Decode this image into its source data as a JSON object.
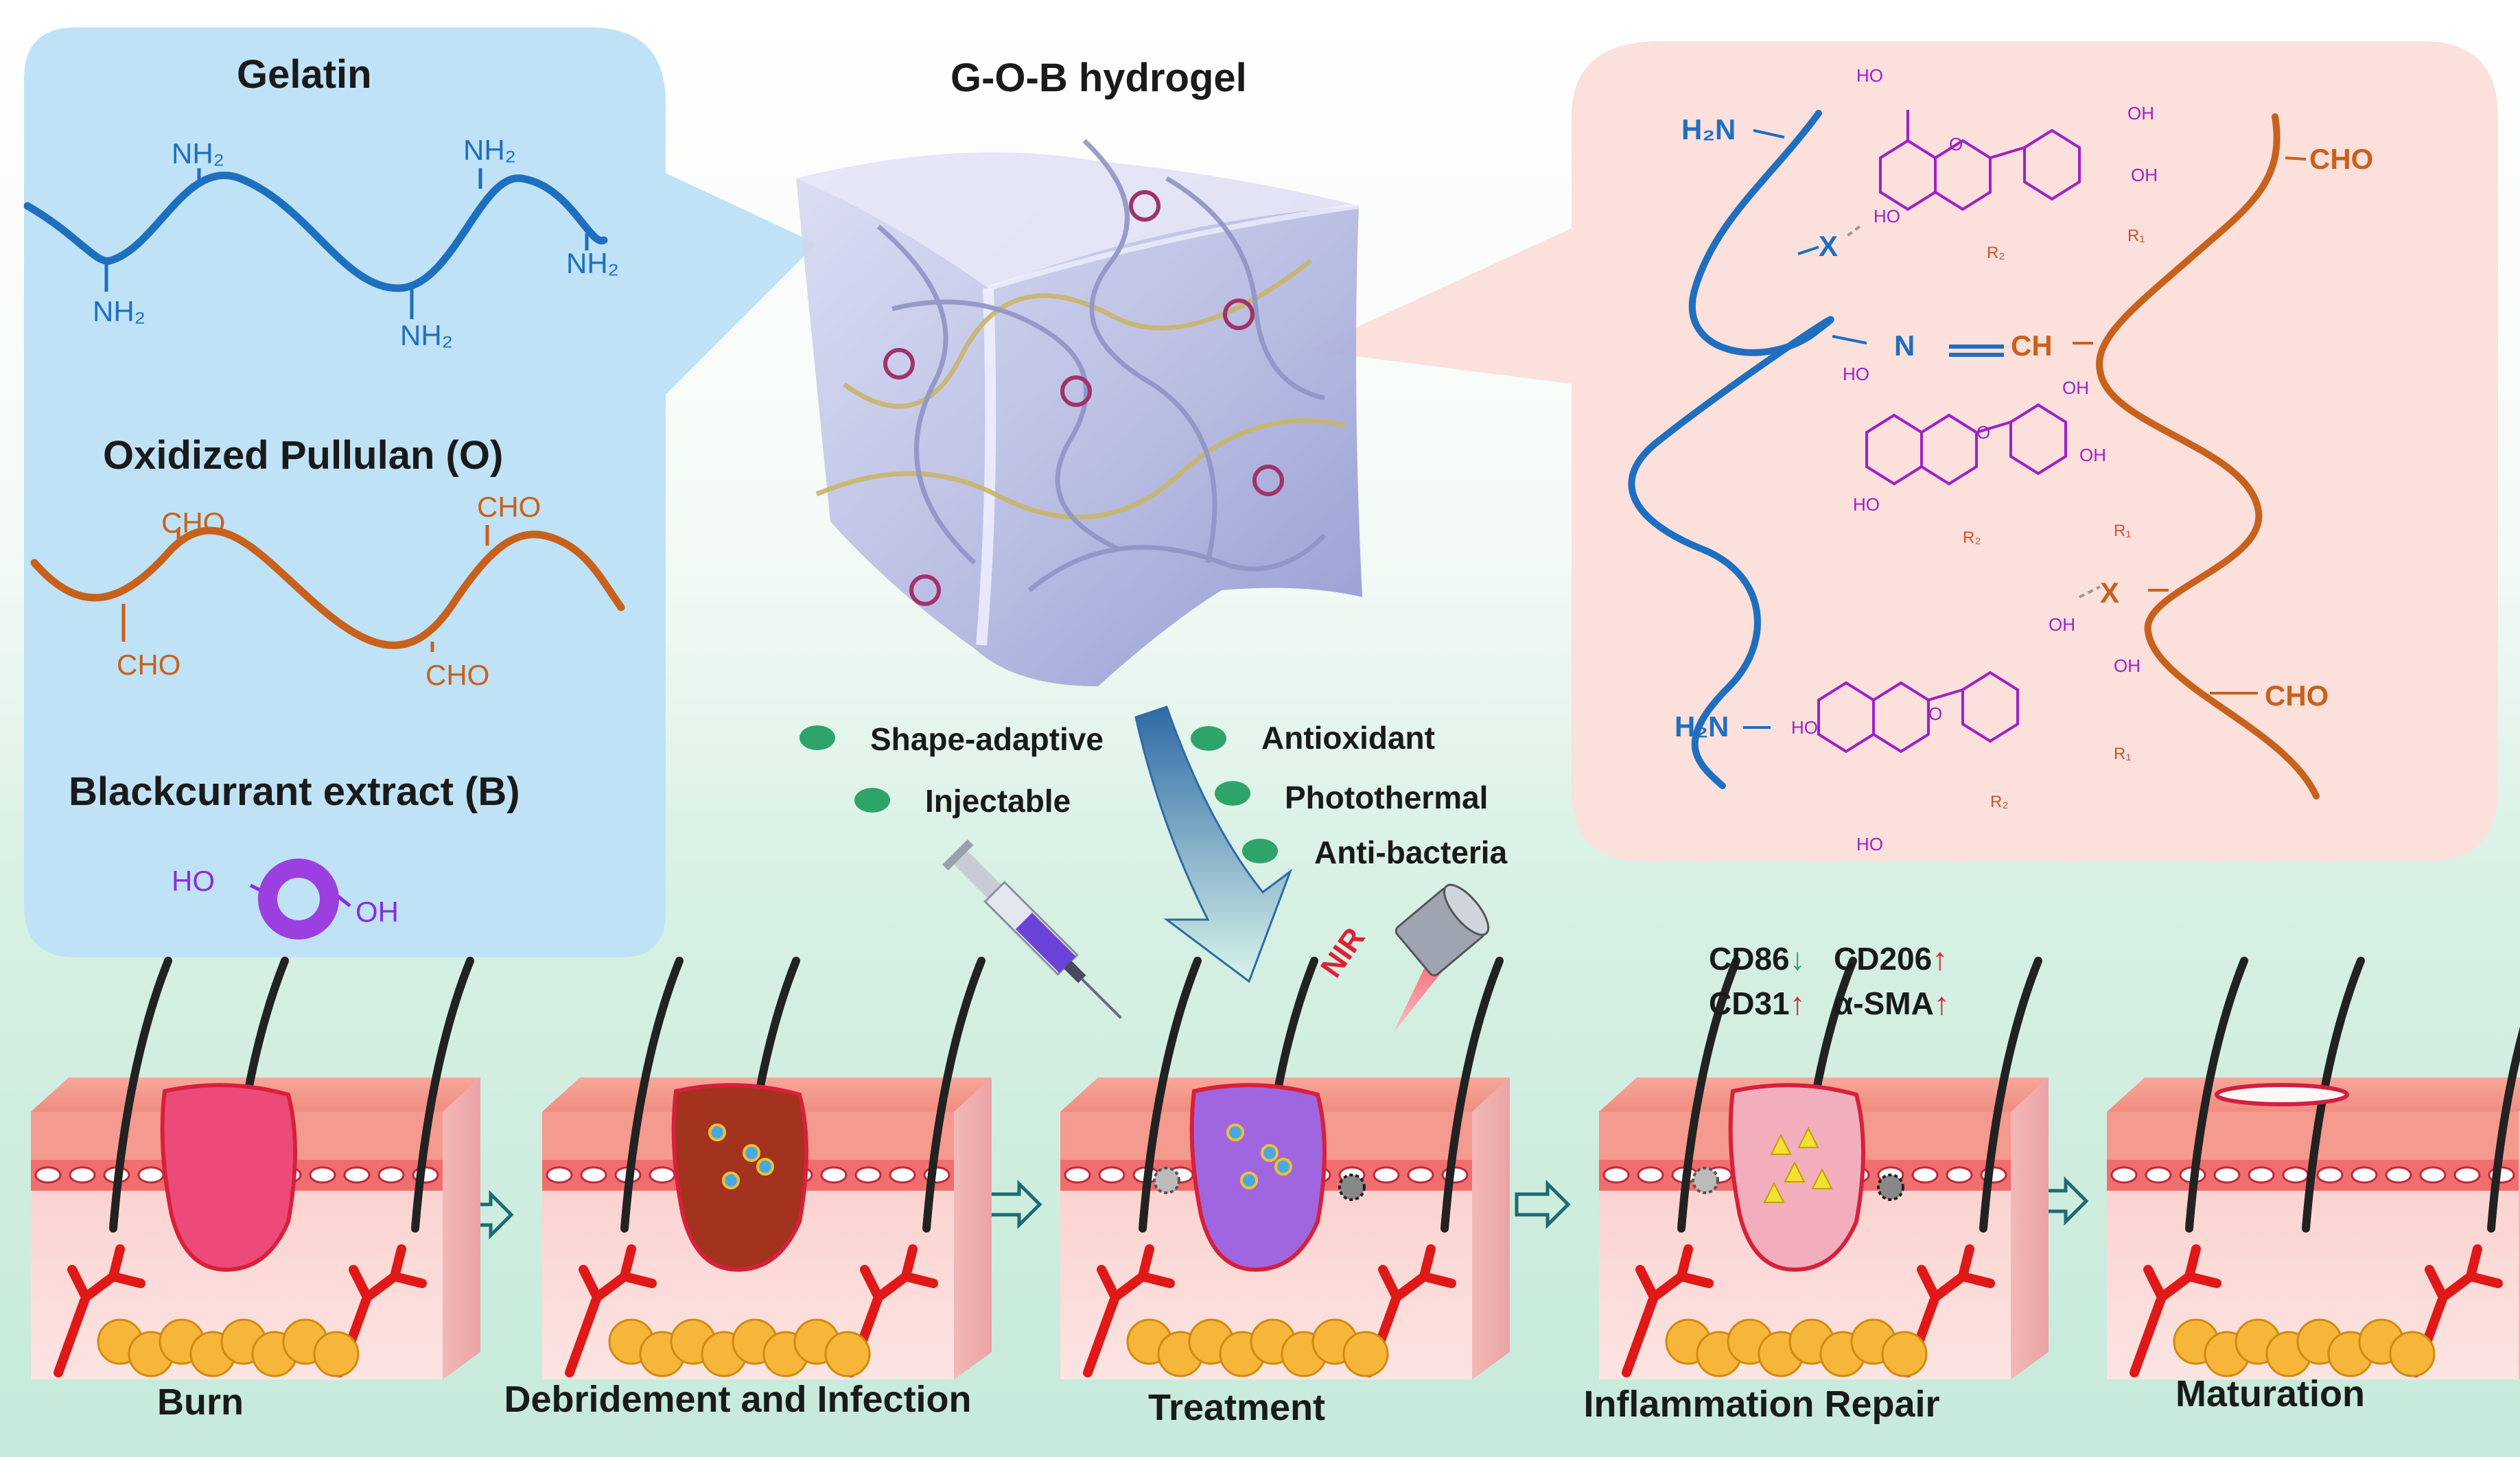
{
  "colors": {
    "gelatin_blue": "#1e6fc0",
    "pullulan_orange": "#c8611c",
    "anthocyanin_purple": "#a020c8",
    "feature_green": "#2ea36a",
    "down_arrow_green": "#2ea36a",
    "up_arrow_red": "#e0203a"
  },
  "left_panel": {
    "gelatin_title": "Gelatin",
    "amine_label": "NH₂",
    "pullulan_title": "Oxidized Pullulan (O)",
    "aldehyde_label": "CHO",
    "blackcurrant_title": "Blackcurrant extract (B)",
    "hydroxyl_label_left": "HO",
    "hydroxyl_label_right": "OH"
  },
  "center": {
    "hydrogel_title": "G-O-B hydrogel",
    "features": [
      "Shape-adaptive",
      "Antioxidant",
      "Injectable",
      "Photothermal",
      "Anti-bacteria"
    ],
    "nir_label": "NIR"
  },
  "right_panel": {
    "amine_label": "H₂N",
    "aldehyde_label": "CHO",
    "imine_n": "N",
    "imine_ch": "CH",
    "x_label": "X",
    "oh": "OH",
    "ho": "HO",
    "o": "O",
    "r1": "R₁",
    "r2": "R₂"
  },
  "markers": {
    "cd86": "CD86",
    "cd206": "CD206",
    "cd31": "CD31",
    "asma": "α-SMA",
    "down_arrow": "↓",
    "up_arrow": "↑"
  },
  "stages": [
    "Burn",
    "Debridement and Infection",
    "Treatment",
    "Inflammation Repair",
    "Maturation"
  ],
  "icons": [
    "syringe-icon",
    "nir-laser-icon",
    "process-arrow-icon",
    "bacteria-icon",
    "macrophage-icon",
    "hair-icon",
    "blood-vessel-icon",
    "fat-cell-icon"
  ]
}
